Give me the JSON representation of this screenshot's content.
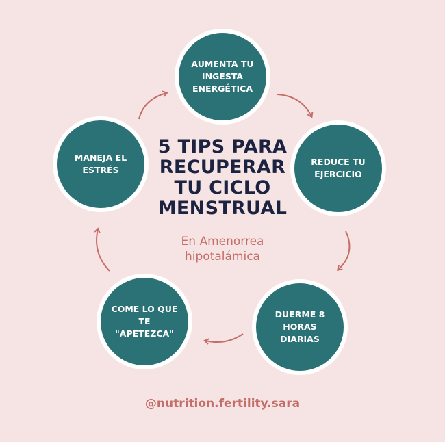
{
  "title": "5 TIPS PARA\nRECUPERAR\nTU CICLO\nMENSTRUAL",
  "subtitle": "En Amenorrea\nhipotalámica",
  "tips": [
    "AUMENTA TU\nINGESTA\nENERGÉTICA",
    "REDUCE TU\nEJERCICIO",
    "DUERME 8\nHORAS\nDIARIAS",
    "COME LO QUE\nTE \"APETEZCA\"",
    "MANEJA EL\nESTRÉS"
  ],
  "handle": "@nutrition.fertility.sara",
  "colors": {
    "background": "#f6e4e4",
    "circle": "#2b7276",
    "title": "#1c2340",
    "accent": "#c46e68"
  }
}
